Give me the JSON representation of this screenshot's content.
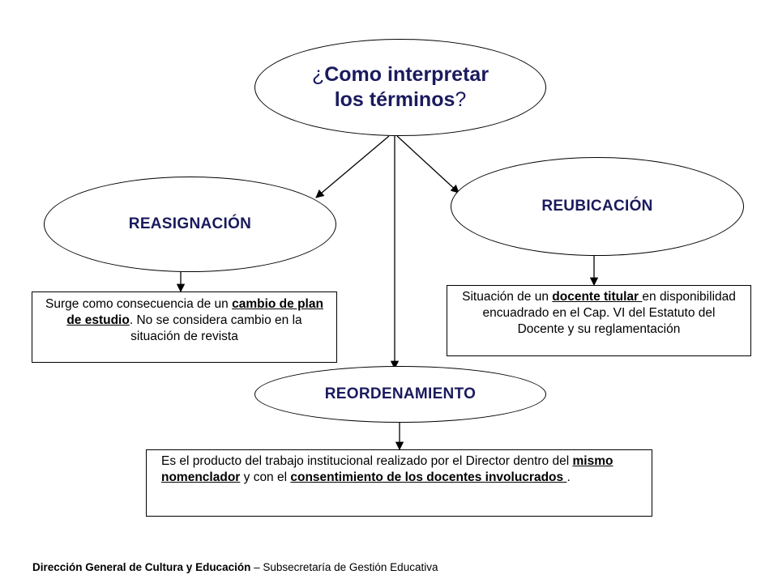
{
  "diagram": {
    "title": {
      "q_open": "¿",
      "text_line1": "Como interpretar",
      "text_line2": "los términos",
      "q_close": "?"
    },
    "nodes": {
      "reasignacion": "REASIGNACIÓN",
      "reubicacion": "REUBICACIÓN",
      "reordenamiento": "REORDENAMIENTO"
    },
    "descriptions": {
      "reasignacion": {
        "part1": "Surge como consecuencia de un ",
        "underlined": "cambio de plan de estudio",
        "part2": ". No se considera cambio en la situación de revista"
      },
      "reubicacion": {
        "part1": "Situación  de un ",
        "underlined": "docente titular ",
        "part2": "en disponibilidad encuadrado en el Cap. VI del Estatuto del Docente y su reglamentación"
      },
      "reordenamiento": {
        "part1": "Es el producto del trabajo institucional realizado por el Director dentro del ",
        "underlined1": "mismo nomenclador",
        "part2": " y con el ",
        "underlined2": "consentimiento de los docentes involucrados ",
        "part3": "."
      }
    }
  },
  "footer": {
    "bold": "Dirección General de Cultura y Educación",
    "rest": " – Subsecretaría de Gestión Educativa"
  }
}
